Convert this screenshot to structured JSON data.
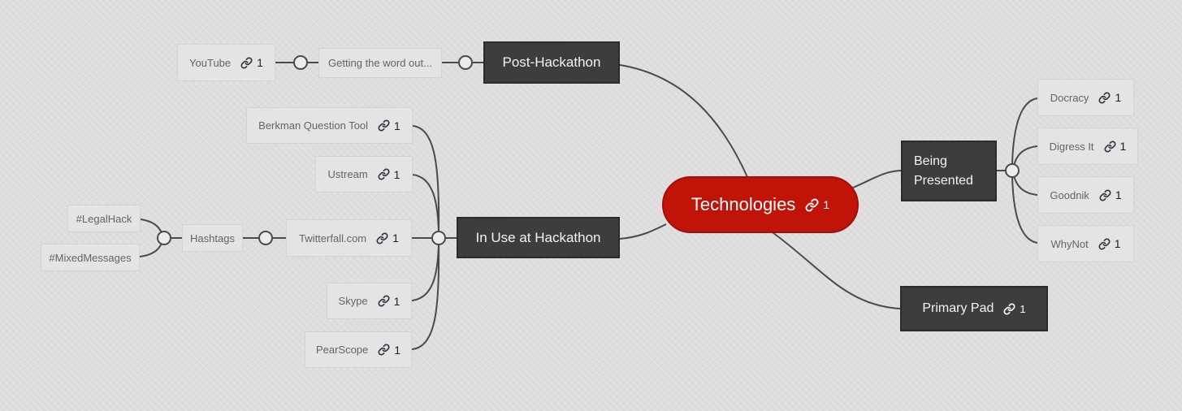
{
  "app": {
    "type": "mind-map",
    "root_node": "Technologies"
  },
  "colors": {
    "background": "#dcdddc",
    "root_fill": "#c11409",
    "root_border": "#a10f07",
    "dark_node_fill": "#3d3d3b",
    "dark_node_border": "#2a2a28",
    "light_node_fill": "#e4e4e4",
    "light_node_border": "#d2d2d2",
    "wire": "#4a4a4a",
    "light_node_text": "#646464",
    "dark_node_text": "#f4f4f4"
  },
  "nodes": {
    "technologies": {
      "label": "Technologies",
      "links": "1"
    },
    "post_hackathon": {
      "label": "Post-Hackathon"
    },
    "getting": {
      "label": "Getting the word out..."
    },
    "youtube": {
      "label": "YouTube",
      "links": "1"
    },
    "in_use": {
      "label": "In Use at Hackathon"
    },
    "berkman": {
      "label": "Berkman Question Tool",
      "links": "1"
    },
    "ustream": {
      "label": "Ustream",
      "links": "1"
    },
    "twitterfall": {
      "label": "Twitterfall.com",
      "links": "1"
    },
    "skype": {
      "label": "Skype",
      "links": "1"
    },
    "pearscope": {
      "label": "PearScope",
      "links": "1"
    },
    "hashtags": {
      "label": "Hashtags"
    },
    "legalhack": {
      "label": "#LegalHack"
    },
    "mixedmessages": {
      "label": "#MixedMessages"
    },
    "being_presented": {
      "label": "Being Presented"
    },
    "docracy": {
      "label": "Docracy",
      "links": "1"
    },
    "digress_it": {
      "label": "Digress It",
      "links": "1"
    },
    "goodnik": {
      "label": "Goodnik",
      "links": "1"
    },
    "whynot": {
      "label": "WhyNot",
      "links": "1"
    },
    "primary_pad": {
      "label": "Primary Pad",
      "links": "1"
    }
  }
}
